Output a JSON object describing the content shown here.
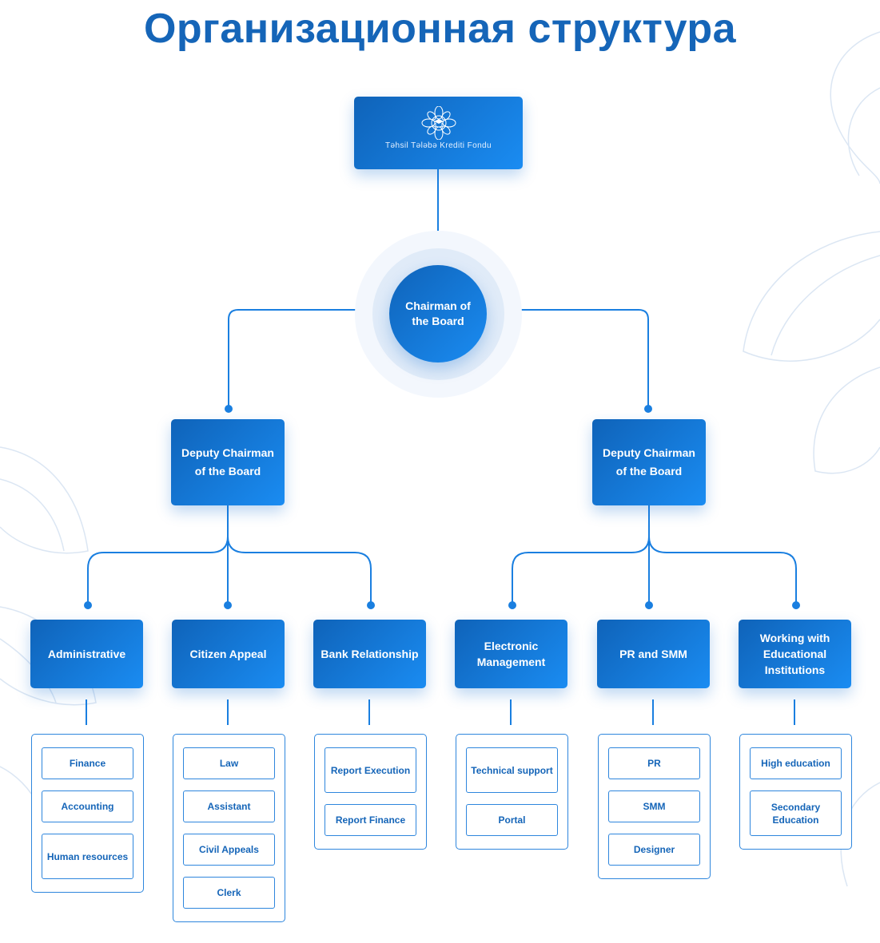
{
  "page": {
    "title": "Организационная структура",
    "accent_color": "#1565b8",
    "box_gradient": [
      "#0f63b9",
      "#1a8cf2"
    ],
    "line_color": "#1a7fe0"
  },
  "org": {
    "logo_text": "Təhsil Tələbə Krediti Fondu",
    "logo_icon": "fund-emblem-icon",
    "chairman": "Chairman of the Board"
  },
  "deputies": [
    {
      "label": "Deputy Chairman of the Board"
    },
    {
      "label": "Deputy Chairman of the Board"
    }
  ],
  "departments": [
    {
      "label": "Administrative",
      "subunits": [
        "Finance",
        "Accounting",
        "Human resources"
      ]
    },
    {
      "label": "Citizen Appeal",
      "subunits": [
        "Law",
        "Assistant",
        "Civil Appeals",
        "Clerk"
      ]
    },
    {
      "label": "Bank Relationship",
      "subunits": [
        "Report Execution",
        "Report Finance"
      ]
    },
    {
      "label": "Electronic Management",
      "subunits": [
        "Technical support",
        "Portal"
      ]
    },
    {
      "label": "PR and SMM",
      "subunits": [
        "PR",
        "SMM",
        "Designer"
      ]
    },
    {
      "label": "Working with Educational Institutions",
      "subunits": [
        "High education",
        "Secondary Education"
      ]
    }
  ]
}
